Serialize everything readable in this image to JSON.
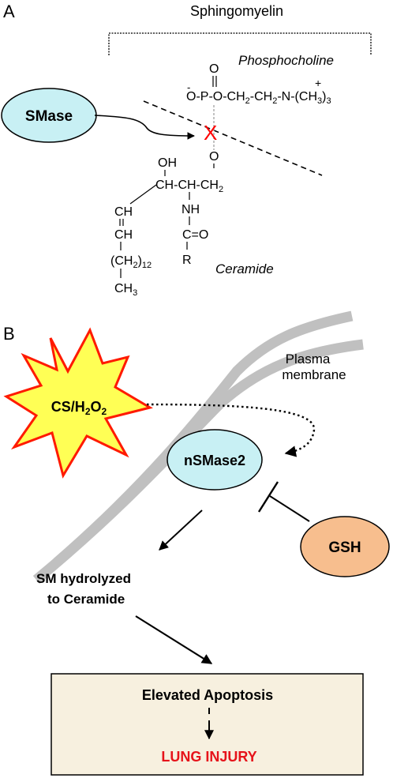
{
  "panel_a": {
    "label": "A",
    "title": "Sphingomyelin",
    "enzyme": "SMase",
    "phosphocholine_label": "Phosphocholine",
    "ceramide_label": "Ceramide",
    "cleavage_mark": "X",
    "structure": {
      "p_double_o": "O",
      "p_minus": "-",
      "p_row": "O-P-O-CH",
      "p_row_s1": "2",
      "p_row_b": "-CH",
      "p_row_s2": "2",
      "p_row_c": "-N-(CH",
      "p_row_s3": "3",
      "p_row_d": ")",
      "p_row_s4": "3",
      "n_plus": "+",
      "linker_o": "O",
      "oh": "OH",
      "backbone": "CH-CH-CH",
      "backbone_sub": "2",
      "nh": "NH",
      "ch1": "CH",
      "ch2": "CH",
      "carbonyl": "C=O",
      "r": "R",
      "chain": "(CH",
      "chain_s": "2",
      "chain_b": ")",
      "chain_n": "12",
      "terminal": "CH",
      "terminal_sub": "3"
    }
  },
  "panel_b": {
    "label": "B",
    "membrane_label_1": "Plasma",
    "membrane_label_2": "membrane",
    "stimulus_a": "CS/H",
    "stimulus_s1": "2",
    "stimulus_b": "O",
    "stimulus_s2": "2",
    "enzyme": "nSMase2",
    "inhibitor": "GSH",
    "product_1": "SM hydrolyzed",
    "product_2": "to Ceramide",
    "outcome_1": "Elevated Apoptosis",
    "outcome_2": "LUNG INJURY"
  },
  "colors": {
    "enzyme_fill": "#c8f0f4",
    "gsh_fill": "#f7be8e",
    "star_fill": "#ffff55",
    "star_stroke": "#ff1a00",
    "membrane": "#c0c0c0",
    "box_fill": "#f7f0df",
    "injury_text": "#e6131a",
    "cleavage": "#ff0000"
  }
}
